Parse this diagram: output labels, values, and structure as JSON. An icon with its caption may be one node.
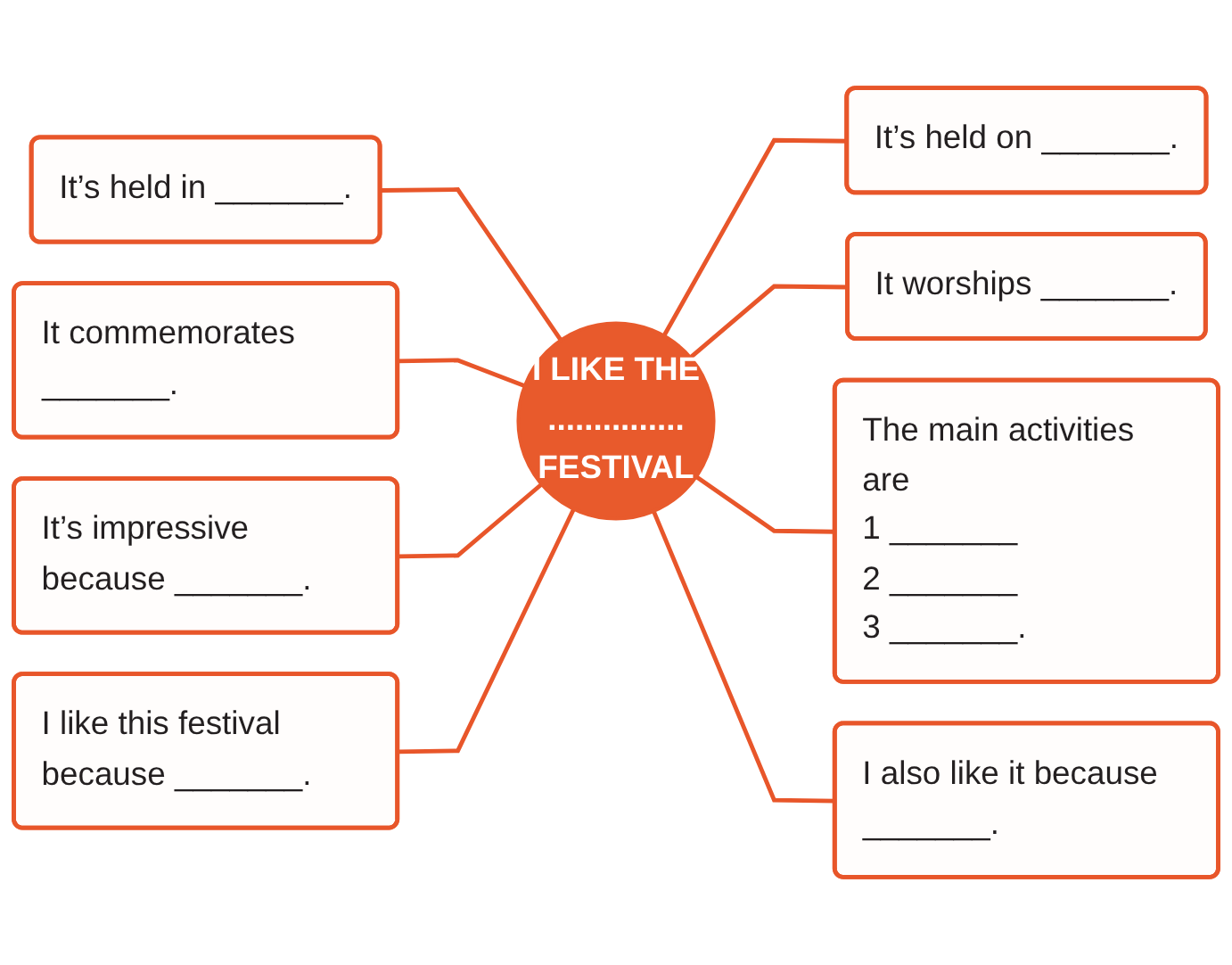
{
  "diagram": {
    "nodes": [
      {
        "text": [
          "It’s held in _______."
        ]
      },
      {
        "text": [
          "It’s held on _______."
        ]
      },
      {
        "text": [
          "It commemorates _______."
        ]
      },
      {
        "text": [
          "It worships _______."
        ]
      },
      {
        "text": [
          "It’s impressive because _______."
        ]
      },
      {
        "text": [
          "I LIKE THE",
          "...............",
          "FESTIVAL"
        ]
      },
      {
        "text": [
          "The main activities are",
          "1 _______",
          "2 _______",
          "3 _______."
        ]
      },
      {
        "text": [
          "I like this festival because _______."
        ]
      },
      {
        "text": [
          "I also like it because _______."
        ]
      }
    ],
    "edges": [
      {
        "from": 0,
        "to": 5,
        "arrow": "none"
      },
      {
        "from": 5,
        "to": 1,
        "arrow": "none"
      },
      {
        "from": 2,
        "to": 5,
        "arrow": "none"
      },
      {
        "from": 5,
        "to": 3,
        "arrow": "none"
      },
      {
        "from": 4,
        "to": 5,
        "arrow": "none"
      },
      {
        "from": 5,
        "to": 6,
        "arrow": "none"
      },
      {
        "from": 7,
        "to": 5,
        "arrow": "none"
      },
      {
        "from": 5,
        "to": 8,
        "arrow": "none"
      }
    ]
  }
}
